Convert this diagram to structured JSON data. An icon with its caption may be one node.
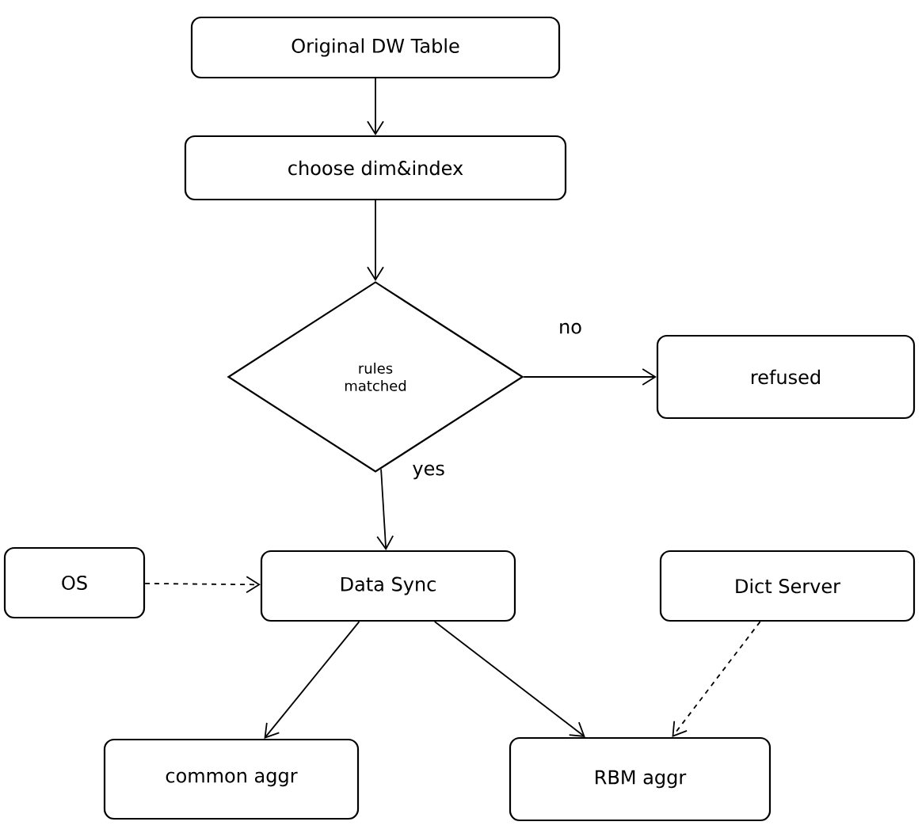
{
  "diagram": {
    "nodes": [
      {
        "text": [
          "Original DW Table"
        ]
      },
      {
        "text": [
          "choose dim&index"
        ]
      },
      {
        "text": [
          "rules matched"
        ]
      },
      {
        "text": [
          "refused"
        ]
      },
      {
        "text": [
          "OS"
        ]
      },
      {
        "text": [
          "Data Sync"
        ]
      },
      {
        "text": [
          "Dict Server"
        ]
      },
      {
        "text": [
          "common aggr"
        ]
      },
      {
        "text": [
          "RBM aggr"
        ]
      }
    ],
    "edges": [
      {
        "from": 0,
        "to": 1,
        "arrow": "to"
      },
      {
        "from": 1,
        "to": 2,
        "arrow": "to"
      },
      {
        "from": 2,
        "to": 3,
        "arrow": "to",
        "label": "no"
      },
      {
        "from": 2,
        "to": 5,
        "arrow": "to",
        "label": "yes"
      },
      {
        "from": 4,
        "to": 5,
        "arrow": "to",
        "style": "dashed"
      },
      {
        "from": 5,
        "to": 7,
        "arrow": "to"
      },
      {
        "from": 5,
        "to": 8,
        "arrow": "to"
      },
      {
        "from": 6,
        "to": 8,
        "arrow": "to",
        "style": "dashed"
      }
    ]
  }
}
